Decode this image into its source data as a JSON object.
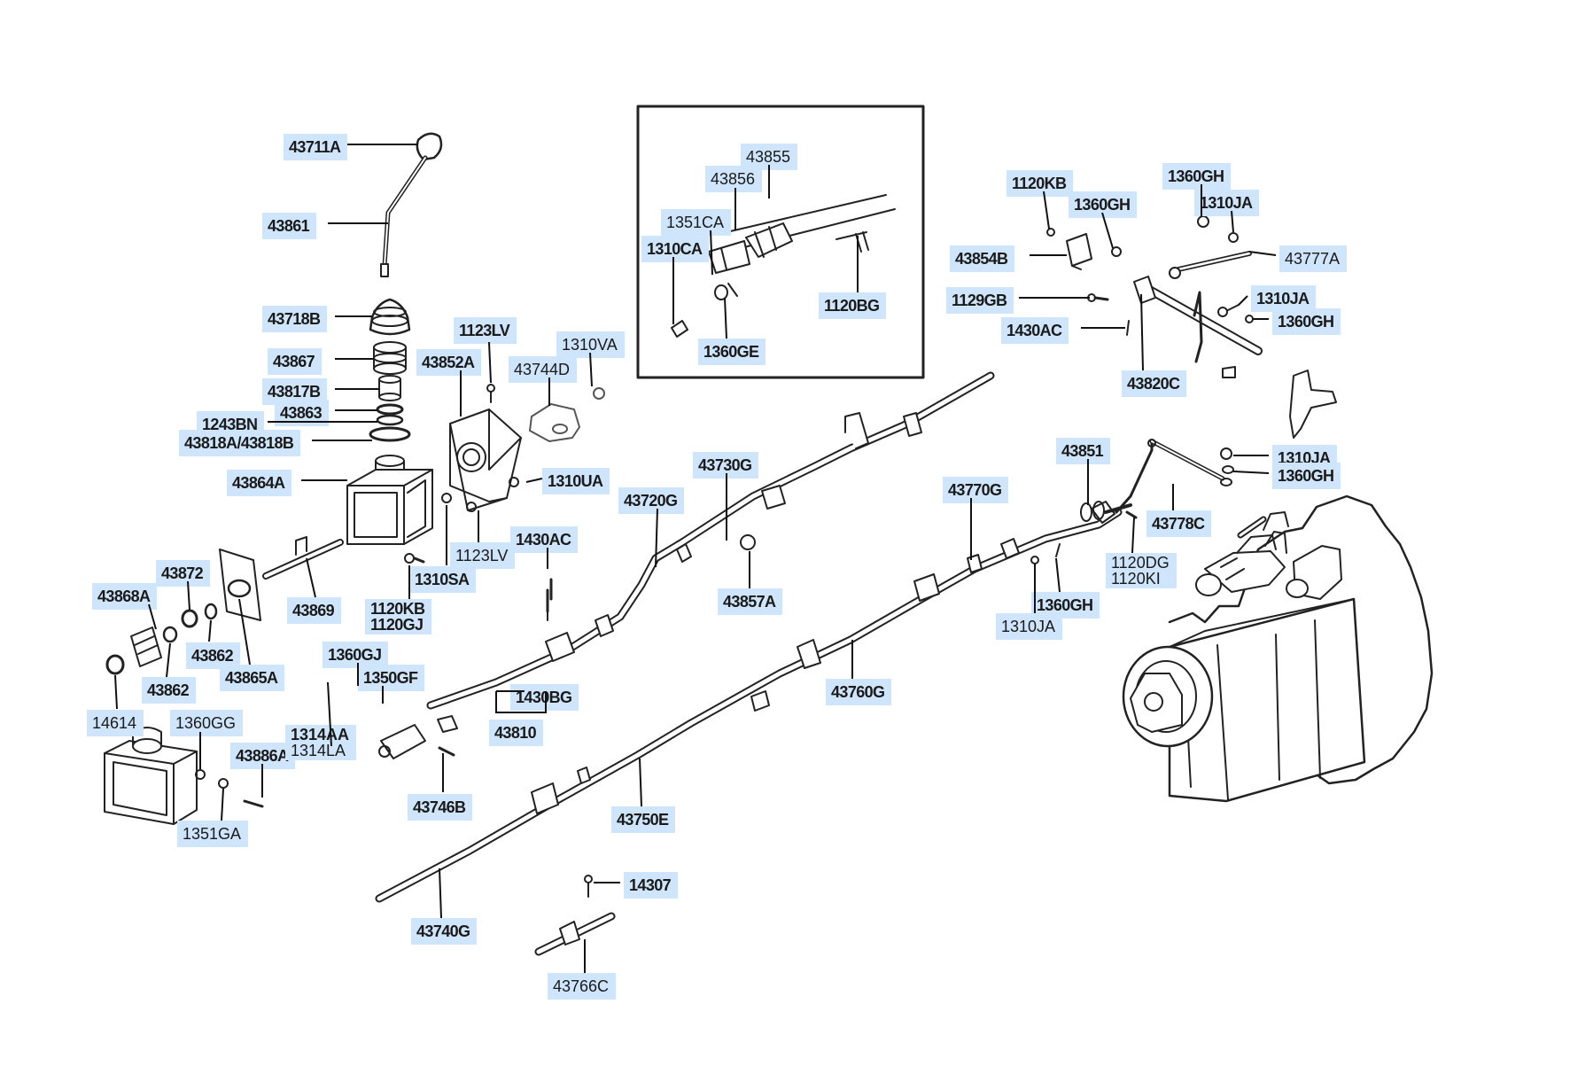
{
  "labels": {
    "p43711A": "43711A",
    "p43861": "43861",
    "p43718B": "43718B",
    "p43867": "43867",
    "p43817B": "43817B",
    "p43863": "43863",
    "p1243BN": "1243BN",
    "p43818A": "43818A/43818B",
    "p43864A": "43864A",
    "p43869": "43869",
    "p43872": "43872",
    "p43868A": "43868A",
    "p43862a": "43862",
    "p43862b": "43862",
    "p43865A": "43865A",
    "p14614": "14614",
    "p1360GG": "1360GG",
    "p43886A": "43886A",
    "p1351GA": "1351GA",
    "p1123LVa": "1123LV",
    "p43852A": "43852A",
    "p1310VA": "1310VA",
    "p43744D": "43744D",
    "p1310UA": "1310UA",
    "p1123LVb": "1123LV",
    "p1310SA": "1310SA",
    "p1120KBa": "1120KB",
    "p1120GJ": "1120GJ",
    "p1360GJ": "1360GJ",
    "p1350GF": "1350GF",
    "p1314AA": "1314AA",
    "p1314LA": "1314LA",
    "p43746B": "43746B",
    "p1430ACa": "1430AC",
    "p43720G": "43720G",
    "p43730G": "43730G",
    "p43857A": "43857A",
    "p1430BG": "1430BG",
    "p43810": "43810",
    "p43855": "43855",
    "p43856": "43856",
    "p1351CA": "1351CA",
    "p1310CA": "1310CA",
    "p1120BG": "1120BG",
    "p1360GE": "1360GE",
    "p1120KBb": "1120KB",
    "p1360GHa": "1360GH",
    "p1360GHb": "1360GH",
    "p1310JAa": "1310JA",
    "p43854B": "43854B",
    "p43777A": "43777A",
    "p1129GB": "1129GB",
    "p1310JAb": "1310JA",
    "p1430ACb": "1430AC",
    "p1360GHc": "1360GH",
    "p43820C": "43820C",
    "p43851": "43851",
    "p1310JAc": "1310JA",
    "p1360GHd": "1360GH",
    "p43770G": "43770G",
    "p43778C": "43778C",
    "p1120DG": "1120DG",
    "p1120KI": "1120KI",
    "p1360GHe": "1360GH",
    "p1310JAd": "1310JA",
    "p43760G": "43760G",
    "p43750E": "43750E",
    "p43740G": "43740G",
    "p14307": "14307",
    "p43766C": "43766C"
  }
}
